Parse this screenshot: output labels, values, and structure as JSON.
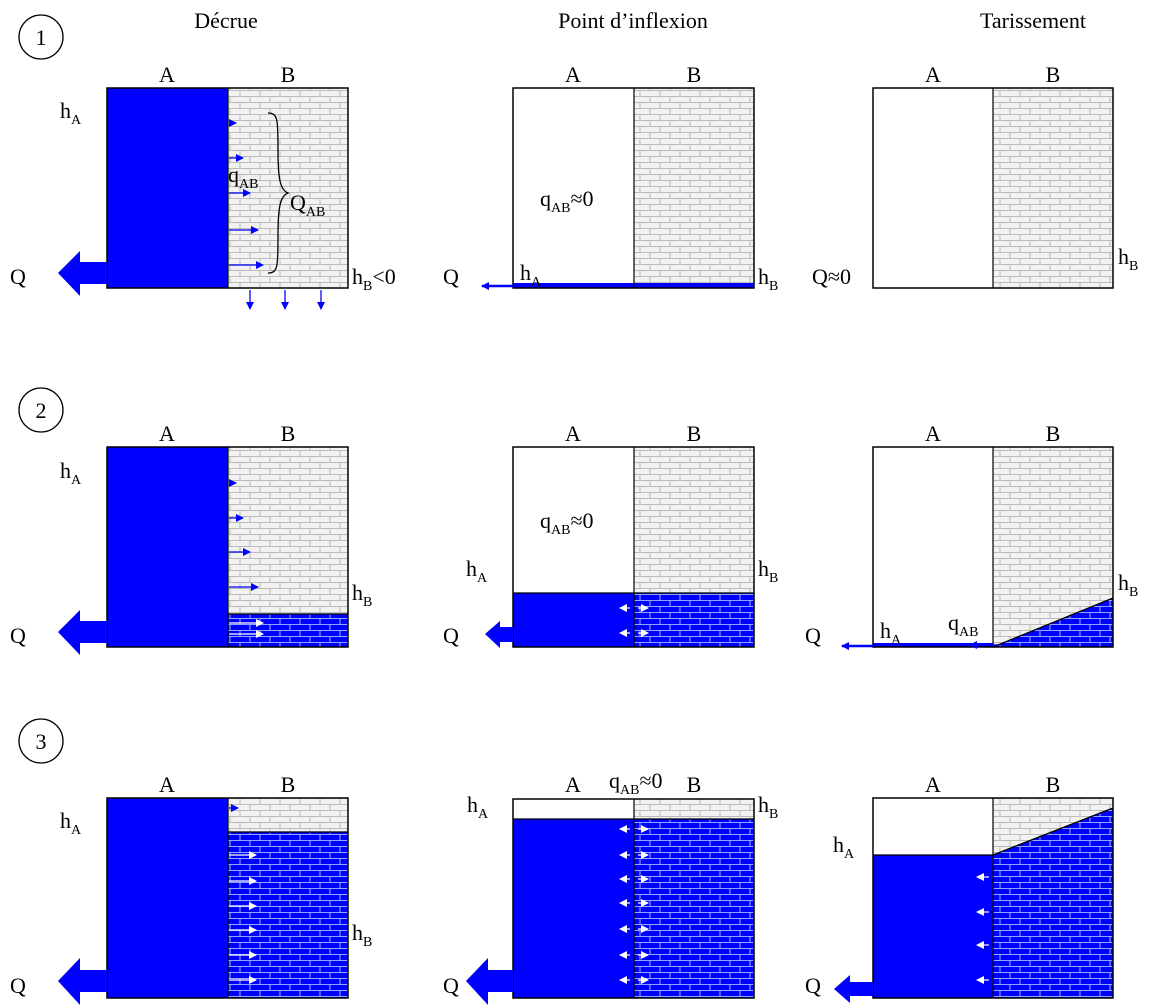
{
  "columns": [
    {
      "title": "Décrue"
    },
    {
      "title": "Point d’inflexion"
    },
    {
      "title": "Tarissement"
    }
  ],
  "rows": [
    {
      "label": "1"
    },
    {
      "label": "2"
    },
    {
      "label": "3"
    }
  ],
  "reservoirs": {
    "a": "A",
    "b": "B"
  },
  "symbols": {
    "h": "h",
    "sub_a": "A",
    "sub_b": "B",
    "q_small": "q",
    "sub_ab": "AB",
    "q_big": "Q",
    "approx_zero": "≈0",
    "less_zero": "<0"
  },
  "colors": {
    "water": "#0000ff",
    "stone_fill": "#f2f2f2",
    "stone_joint": "#bbbbbb",
    "water_joint": "#8fa8ff",
    "outline": "#000000",
    "white": "#ffffff"
  }
}
